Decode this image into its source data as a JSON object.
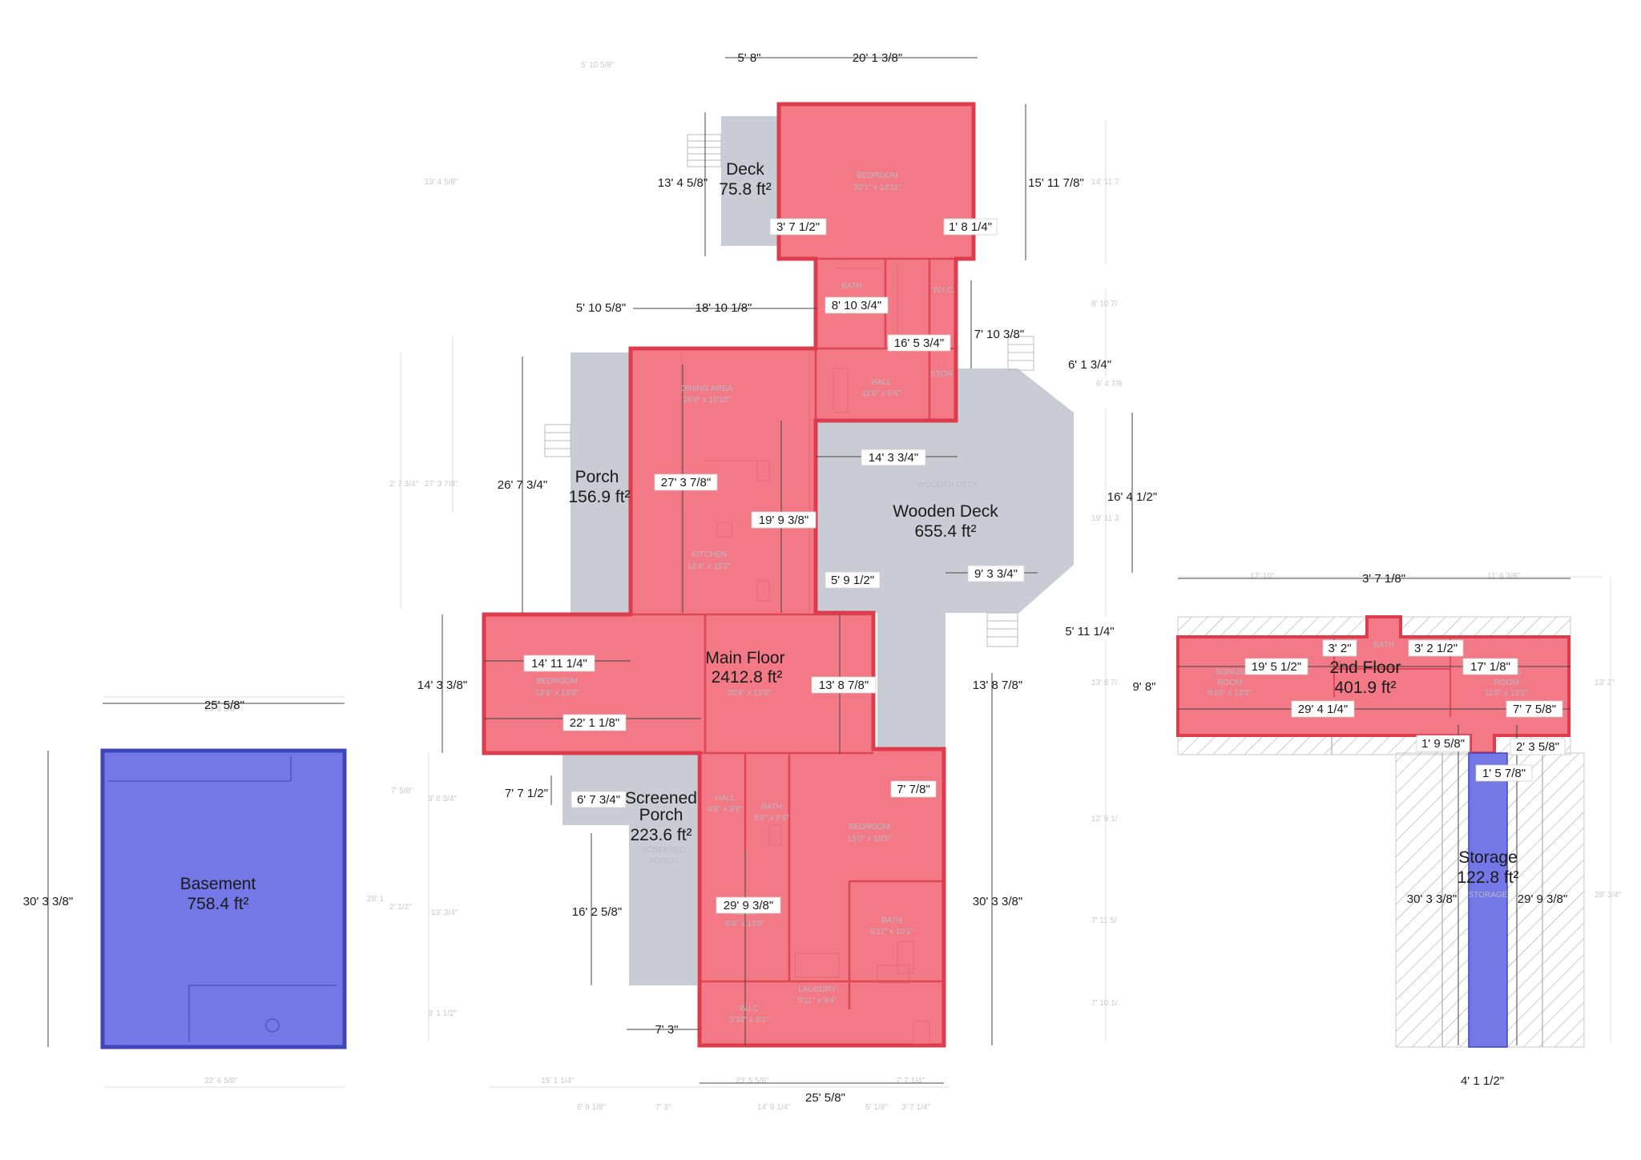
{
  "colors": {
    "floor_fill": "#f27985",
    "floor_wall": "#dd3c4c",
    "deck_fill": "#c9ccd5",
    "basement_fill": "#7378e6",
    "basement_wall": "#3f46b8",
    "hatch": "#a8a8a8"
  },
  "rooms": {
    "deck": {
      "title": "Deck",
      "area": "75.8 ft²"
    },
    "porch": {
      "title": "Porch",
      "area": "156.9 ft²"
    },
    "wooden_deck": {
      "title": "Wooden Deck",
      "area": "655.4 ft²"
    },
    "main_floor": {
      "title": "Main Floor",
      "area": "2412.8 ft²"
    },
    "screened_porch": {
      "title1": "Screened",
      "title2": "Porch",
      "area": "223.6 ft²"
    },
    "basement": {
      "title": "Basement",
      "area": "758.4 ft²"
    },
    "second_floor": {
      "title": "2nd Floor",
      "area": "401.9 ft²"
    },
    "storage": {
      "title": "Storage",
      "area": "122.8 ft²"
    }
  },
  "faint_labels": {
    "bedroom_top": "BEDROOM",
    "bedroom_top_size": "20'1\" x 14'11\"",
    "bath_top": "BATH",
    "wic_top": "W.I.C.",
    "dining_area": "DINING AREA",
    "dining_size": "16'6\" x 10'10\"",
    "hall_top": "HALL",
    "hall_top_size": "11'0\" x 6'6\"",
    "stor": "STOR",
    "wooden_deck": "WOODEN DECK",
    "kitchen": "KITCHEN",
    "kitchen_size": "12'4\" x 15'2\"",
    "bedroom_left": "BEDROOM",
    "bedroom_left_size": "13'3\" x 13'3\"",
    "main_room_size": "20'4\" x 13'3\"",
    "hall_low": "HALL",
    "hall_low_size": "4'8\" x 9'8\"",
    "bath_low": "BATH",
    "bath_low_size": "5'6\" x 6'6\"",
    "bedroom_low": "BEDROOM",
    "bedroom_low_size": "15'0\" x 10'5\"",
    "screened_porch": "SCREENED",
    "screened_porch2": "PORCH",
    "room_low": "ROOM",
    "room_low_size": "9'6\" x 13'0\"",
    "bath_right": "BATH",
    "bath_right_size": "8'11\" x 10'1\"",
    "laundry": "LAUNDRY",
    "laundry_size": "5'11\" x 9'4\"",
    "wic_low": "W.I.C",
    "wic_low_size": "5'10\" x 6'1\"",
    "bonus_left": "BONUS",
    "bonus_left2": "ROOM",
    "bonus_left_size": "9'10\" x 13'2\"",
    "bath_2f": "BATH",
    "bonus_right": "BONUS",
    "bonus_right2": "ROOM",
    "bonus_right_size": "11'6\" x 13'2\"",
    "storage_faint": "STORAGE"
  },
  "dimensions": {
    "top_5_8": "5' 8\"",
    "top_20_1_3_8": "20' 1 3/8\"",
    "deck_height": "13' 4 5/8\"",
    "bed_height": "15' 11 7/8\"",
    "deck_3_7_1_2": "3' 7 1/2\"",
    "bed_1_8_1_4": "1' 8 1/4\"",
    "left_5_10_5_8": "5' 10 5/8\"",
    "mid_18_10_1_8": "18' 10 1/8\"",
    "bath_8_10_3_4": "8' 10 3/4\"",
    "hall_7_10_3_8": "7' 10 3/8\"",
    "hall_16_5_3_4": "16' 5 3/4\"",
    "deck_6_1_3_4": "6' 1 3/4\"",
    "porch_26_7_3_4": "26' 7 3/4\"",
    "kitchen_27_3_7_8": "27' 3 7/8\"",
    "kitchen_19_9_3_8": "19' 9 3/8\"",
    "deck_14_3_3_4": "14' 3 3/4\"",
    "deck_16_4_1_2": "16' 4 1/2\"",
    "deck_5_9_1_2": "5' 9 1/2\"",
    "deck_9_3_3_4": "9' 3 3/4\"",
    "deck_5_11_1_4": "5' 11 1/4\"",
    "bed_14_11_1_4": "14' 11 1/4\"",
    "left_14_3_3_8": "14' 3 3/8\"",
    "main_13_8_7_8": "13' 8 7/8\"",
    "right_13_8_7_8": "13' 8 7/8\"",
    "main_22_1_1_8": "22' 1 1/8\"",
    "left_7_7_1_2": "7' 7 1/2\"",
    "sp_6_7_3_4": "6' 7 3/4\"",
    "bed_7_7_8": "7' 7/8\"",
    "sp_16_2_5_8": "16' 2 5/8\"",
    "room_29_9_3_8": "29' 9 3/8\"",
    "right_30_3_3_8": "30' 3 3/8\"",
    "bottom_7_3": "7' 3\"",
    "bottom_25_5_8": "25' 5/8\"",
    "base_top_25_5_8": "25' 5/8\"",
    "base_left_30_3_3_8": "30' 3 3/8\"",
    "f2_top_3_7_1_8": "3' 7 1/8\"",
    "f2_3_2": "3' 2\"",
    "f2_3_2_1_2": "3' 2 1/2\"",
    "f2_19_5_1_2": "19' 5 1/2\"",
    "f2_17_1_8": "17' 1/8\"",
    "f2_9_8": "9' 8\"",
    "f2_29_4_1_4": "29' 4 1/4\"",
    "f2_7_7_5_8": "7' 7 5/8\"",
    "f2_1_9_5_8": "1' 9 5/8\"",
    "f2_2_3_5_8": "2' 3 5/8\"",
    "st_1_5_7_8": "1' 5 7/8\"",
    "st_30_3_3_8": "30' 3 3/8\"",
    "st_29_9_3_8": "29' 9 3/8\"",
    "st_4_1_1_2": "4' 1 1/2\""
  },
  "ghost_dims": {
    "g_top_left": "5' 10 5/8\"",
    "g_left_13_4": "13' 4 5/8\"",
    "g_right_14_11": "14' 11 7",
    "g_right_8_10": "8' 10 7/",
    "g_right_6_4": "6' 4 7/8",
    "g_right_19": "19' 11 3",
    "g_left_27a": "2' 7 3/4\"",
    "g_left_27b": "27' 3 7/8\"",
    "g_left_7_5": "7' 5/8\"",
    "g_left_9_6": "9' 6 3/4\"",
    "g_left_28": "28' 1",
    "g_left_2_1": "2' 1/2\"",
    "g_left_13_3": "13' 3/4\"",
    "g_left_8_1": "8' 1 1/2\"",
    "g_right_13_8": "13' 8 7/",
    "g_right_12_9": "12' 9 1/",
    "g_right_7_11": "7' 11 5/",
    "g_right_7_10": "7' 10 1/",
    "g_bot_15": "15' 1 1/4\"",
    "g_bot_23": "23' 5 5/8\"",
    "g_bot_7_7": "7' 7 1/4\"",
    "g_bot_6_9": "6' 9 1/8\"",
    "g_bot_7_3": "7' 3\"",
    "g_bot_14_9": "14' 9 1/4\"",
    "g_bot_5_1": "5' 1/8\"",
    "g_bot_3_7": "3' 7 1/4\"",
    "g_base_top": "23' 6 5/8\"",
    "g_base_bot": "22' 6 5/8\"",
    "g_f2_17": "17' 10\"",
    "g_f2_11": "11' 6 3/8\"",
    "g_f2_13": "13' 2\"",
    "g_f2_28": "28' 3/4\""
  }
}
